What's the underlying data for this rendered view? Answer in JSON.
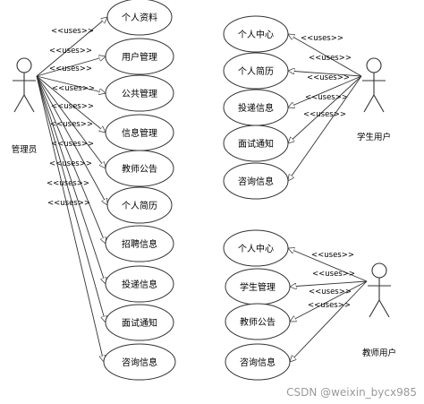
{
  "colors": {
    "stroke": "#333333",
    "text": "#000000",
    "watermark": "#9a9a9a",
    "background": "#ffffff"
  },
  "relation_label": "<<uses>>",
  "watermark": "CSDN @weixin_bycx985",
  "actors": [
    {
      "id": "admin",
      "label": "管理员"
    },
    {
      "id": "student",
      "label": "学生用户"
    },
    {
      "id": "teacher",
      "label": "教师用户"
    }
  ],
  "admin_use_cases": [
    "个人资料",
    "用户管理",
    "公共管理",
    "信息管理",
    "教师公告",
    "个人简历",
    "招聘信息",
    "投递信息",
    "面试通知",
    "咨询信息"
  ],
  "student_use_cases": [
    "个人中心",
    "个人简历",
    "投递信息",
    "面试通知",
    "咨询信息"
  ],
  "teacher_use_cases": [
    "个人中心",
    "学生管理",
    "教师公告",
    "咨询信息"
  ]
}
